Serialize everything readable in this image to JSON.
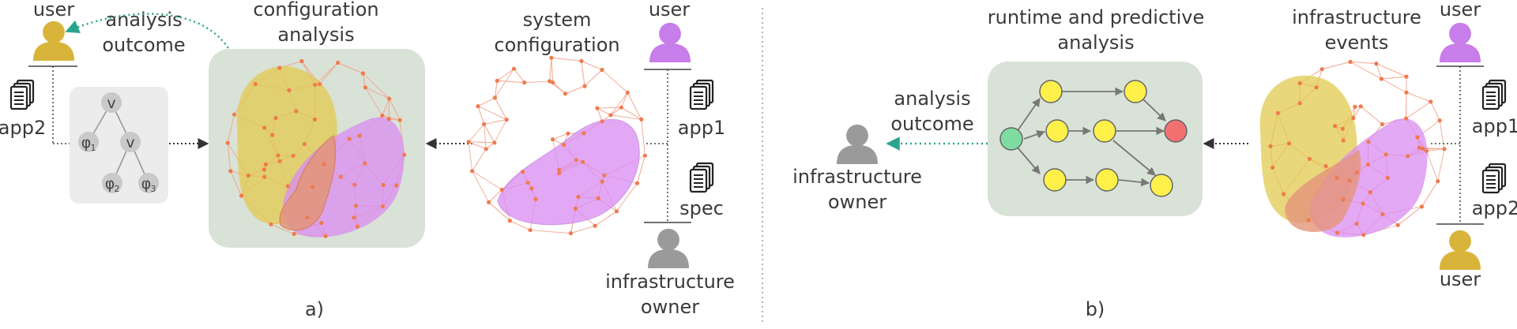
{
  "panel_a": {
    "caption": "a)",
    "user_label": "user",
    "analysis_outcome": [
      "analysis",
      "outcome"
    ],
    "config_analysis_title": [
      "configuration",
      "analysis"
    ],
    "system_config_title": [
      "system",
      "configuration"
    ],
    "user_right_label": "user",
    "docs_right": [
      "app1",
      "spec"
    ],
    "doc_left": "app2",
    "infra_owner": [
      "infrastructure",
      "owner"
    ],
    "formula_tree": {
      "root": "v",
      "inner": "v",
      "leaves": [
        {
          "symbol": "φ",
          "sub": "1"
        },
        {
          "symbol": "φ",
          "sub": "2"
        },
        {
          "symbol": "φ",
          "sub": "3"
        }
      ]
    }
  },
  "panel_b": {
    "caption": "b)",
    "runtime_title": [
      "runtime and predictive",
      "analysis"
    ],
    "infra_events_title": [
      "infrastructure",
      "events"
    ],
    "analysis_outcome": [
      "analysis",
      "outcome"
    ],
    "infra_owner": [
      "infrastructure",
      "owner"
    ],
    "user_top_label": "user",
    "user_bottom_label": "user",
    "docs": [
      "app1",
      "app2"
    ]
  },
  "colors": {
    "user_violet": "#c77dea",
    "user_gold": "#d8b53a",
    "owner_gray": "#9a9a9a",
    "analysis_box": "#d9e2d6",
    "formula_box": "#ececec",
    "network_line": "#f1a48d",
    "network_node": "#f07a4e",
    "region_gold": "#e2c94f",
    "region_violet": "#d98cf2",
    "region_overlap": "#e3957a",
    "node_yellow": "#fff04a",
    "node_green": "#7fdca0",
    "node_red": "#f27070",
    "teal_arrow": "#2aa58c"
  },
  "icons": [
    "user-icon",
    "document-stack-icon",
    "network-sphere-icon"
  ]
}
